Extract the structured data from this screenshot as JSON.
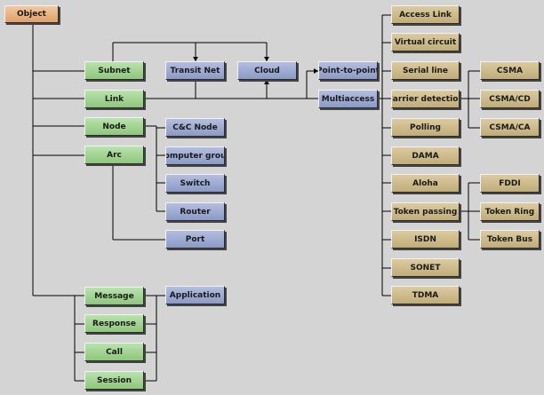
{
  "diagram": {
    "object": {
      "label": "Object",
      "color": "#e8ac78"
    },
    "subnet": {
      "label": "Subnet",
      "color": "#9ed18e"
    },
    "link": {
      "label": "Link"
    },
    "node": {
      "label": "Node"
    },
    "arc": {
      "label": "Arc"
    },
    "message": {
      "label": "Message"
    },
    "response": {
      "label": "Response"
    },
    "call": {
      "label": "Call"
    },
    "session": {
      "label": "Session"
    },
    "transit_net": {
      "label": "Transit Net",
      "color": "#98a5d0"
    },
    "cloud": {
      "label": "Cloud"
    },
    "cc_node": {
      "label": "C&C Node"
    },
    "computer_group": {
      "label": "Computer group"
    },
    "switch": {
      "label": "Switch"
    },
    "router": {
      "label": "Router"
    },
    "port": {
      "label": "Port"
    },
    "application": {
      "label": "Application"
    },
    "point_to_point": {
      "label": "Point-to-point"
    },
    "multiaccess": {
      "label": "Multiaccess"
    },
    "access_link": {
      "label": "Access Link",
      "color": "#cdb98a"
    },
    "virtual_circuit": {
      "label": "Virtual circuit"
    },
    "serial_line": {
      "label": "Serial line"
    },
    "carrier_detection": {
      "label": "Carrier detection"
    },
    "polling": {
      "label": "Polling"
    },
    "dama": {
      "label": "DAMA"
    },
    "aloha": {
      "label": "Aloha"
    },
    "token_passing": {
      "label": "Token passing"
    },
    "isdn": {
      "label": "ISDN"
    },
    "sonet": {
      "label": "SONET"
    },
    "tdma": {
      "label": "TDMA"
    },
    "csma": {
      "label": "CSMA"
    },
    "csma_cd": {
      "label": "CSMA/CD"
    },
    "csma_ca": {
      "label": "CSMA/CA"
    },
    "fddi": {
      "label": "FDDI"
    },
    "token_ring": {
      "label": "Token Ring"
    },
    "token_bus": {
      "label": "Token Bus"
    }
  }
}
